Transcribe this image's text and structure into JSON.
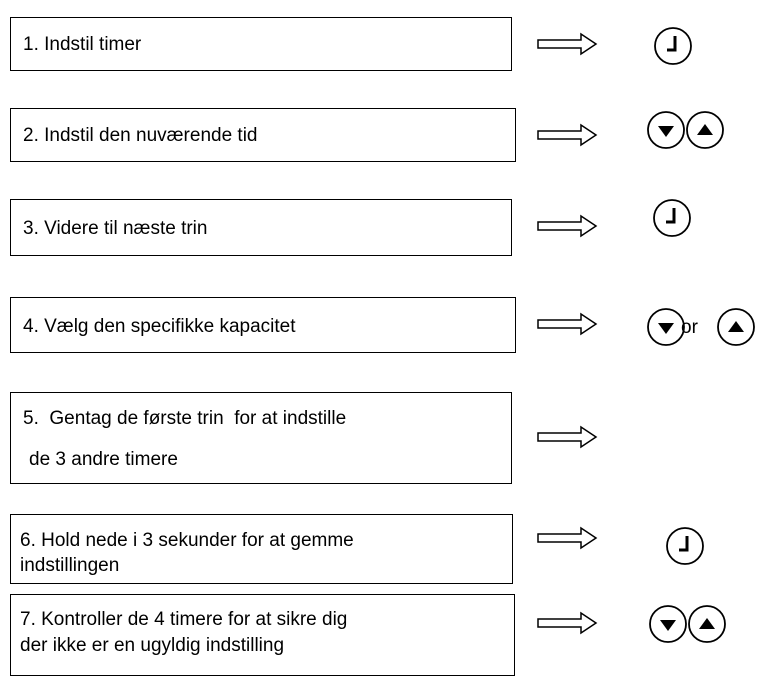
{
  "steps": [
    {
      "text_lines": [
        "1. Indstil timer"
      ],
      "icons": [
        "clock-icon"
      ]
    },
    {
      "text_lines": [
        "2. Indstil den nuværende tid"
      ],
      "icons": [
        "down-arrow-button-icon",
        "up-arrow-button-icon"
      ]
    },
    {
      "text_lines": [
        "3. Videre til næste trin"
      ],
      "icons": [
        "clock-icon"
      ]
    },
    {
      "text_lines": [
        "4. Vælg den specifikke kapacitet"
      ],
      "icons": [
        "down-arrow-button-icon",
        "up-arrow-button-icon"
      ],
      "connector": "or"
    },
    {
      "text_lines": [
        "5.  Gentag de første trin  for at indstille",
        "de 3 andre timere"
      ],
      "icons": []
    },
    {
      "text_lines": [
        "6. Hold nede i 3 sekunder for at gemme",
        "indstillingen"
      ],
      "icons": [
        "clock-icon"
      ]
    },
    {
      "text_lines": [
        "7. Kontroller de 4 timere for at sikre dig",
        "der ikke er en ugyldig indstilling"
      ],
      "icons": [
        "down-arrow-button-icon",
        "up-arrow-button-icon"
      ]
    }
  ],
  "colors": {
    "line": "#000000",
    "background": "#ffffff"
  }
}
